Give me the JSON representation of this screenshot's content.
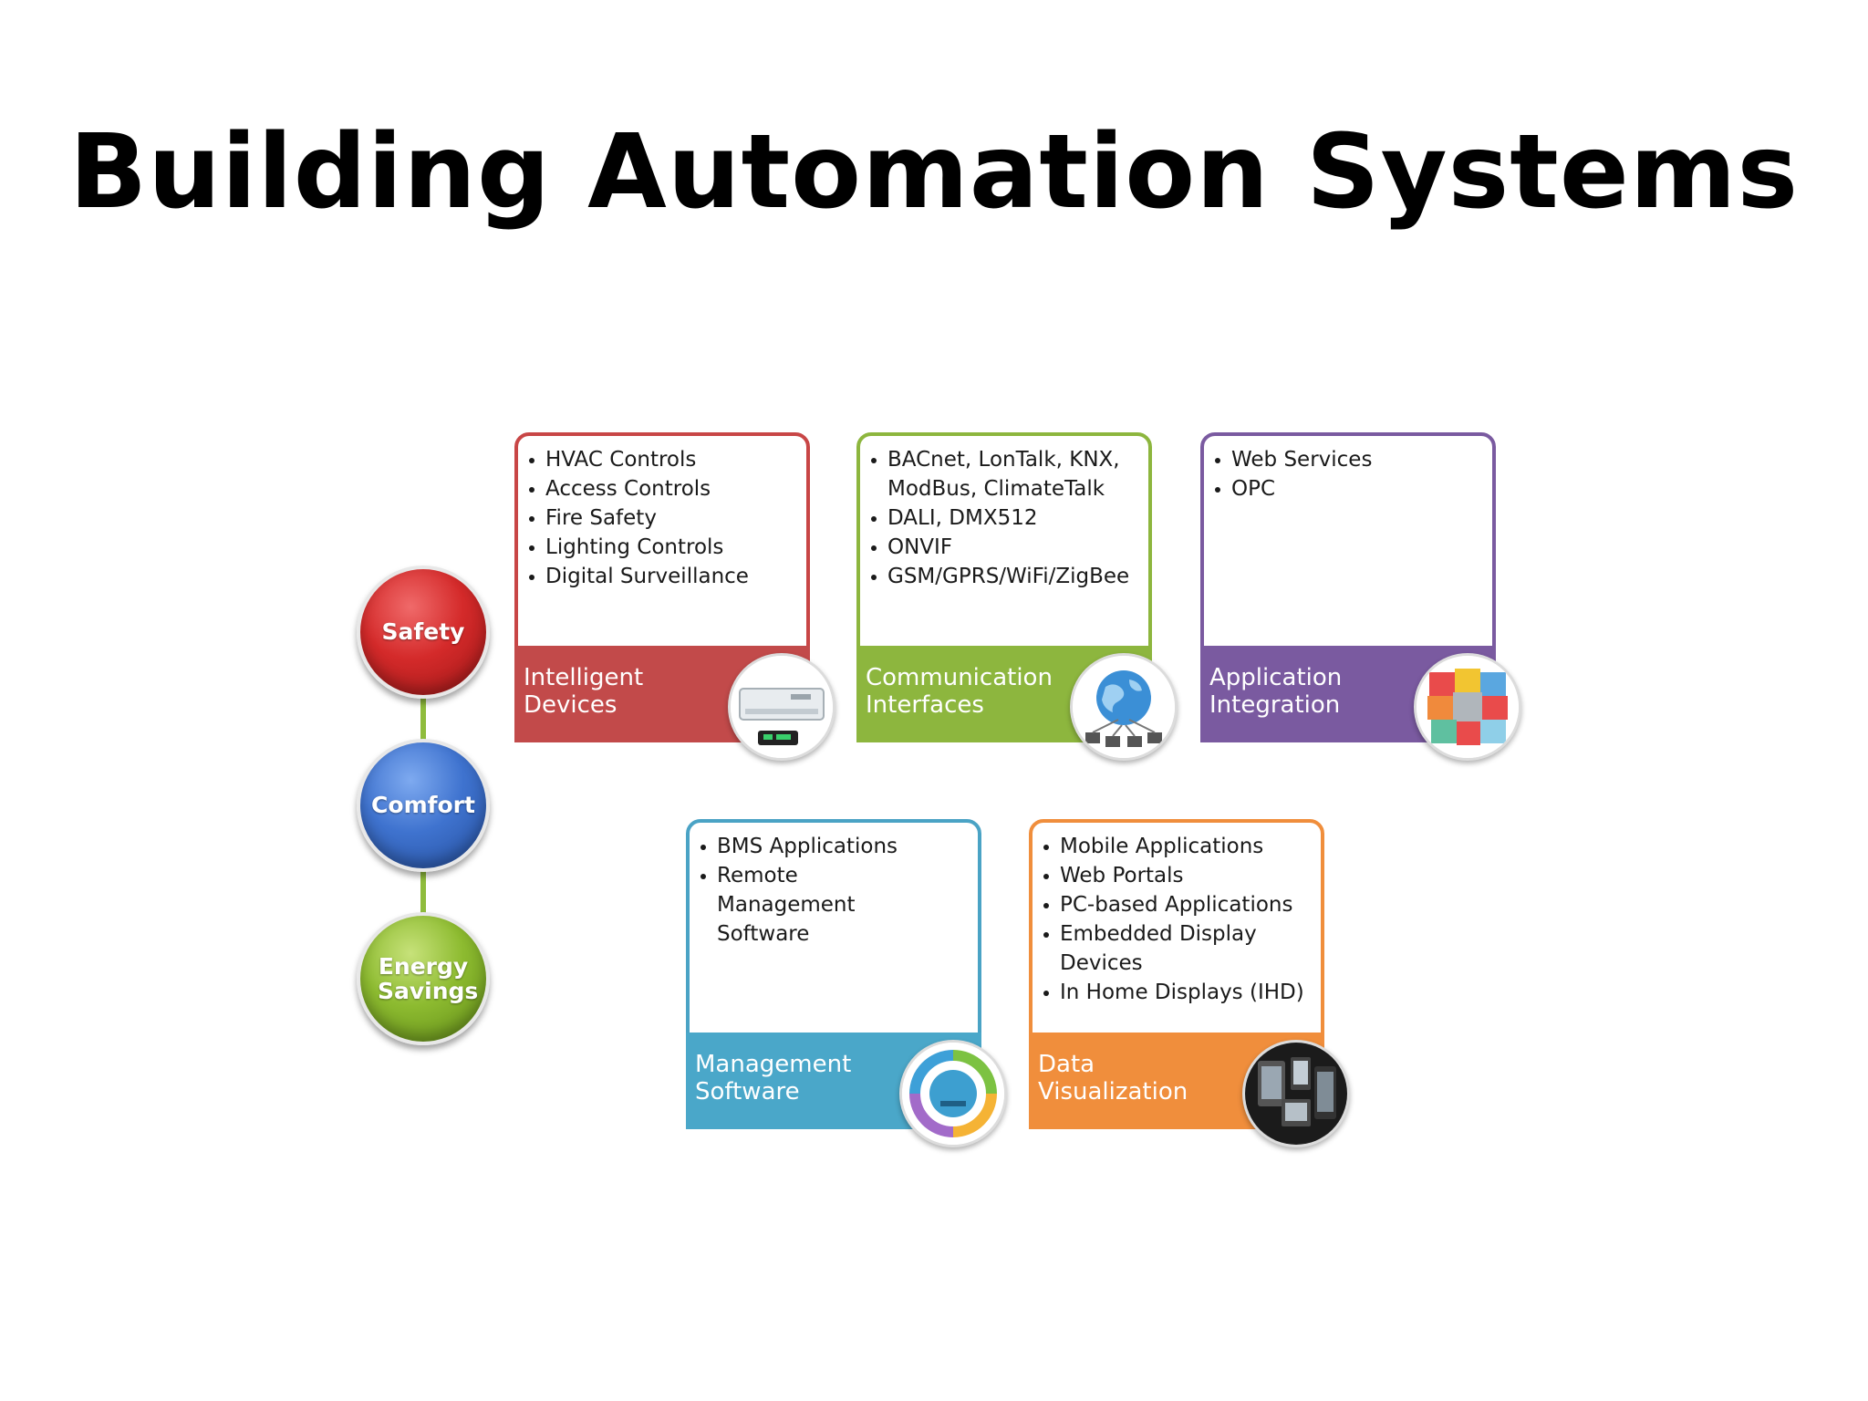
{
  "title": "Building Automation Systems",
  "goals": [
    {
      "label": "Safety",
      "color": "#d42a2a"
    },
    {
      "label": "Comfort",
      "color": "#3f73cf"
    },
    {
      "label": "Energy Savings",
      "color": "#8dbb30"
    }
  ],
  "cards": [
    {
      "key": "intelligent-devices",
      "heading": "Intelligent Devices",
      "items": [
        "HVAC Controls",
        "Access Controls",
        "Fire Safety",
        "Lighting Controls",
        "Digital Surveillance"
      ],
      "color": "#c24a4a",
      "icon": "air-conditioner-icon"
    },
    {
      "key": "communication-interfaces",
      "heading": "Communication Interfaces",
      "items": [
        "BACnet, LonTalk, KNX, ModBus, ClimateTalk",
        "DALI, DMX512",
        "ONVIF",
        "GSM/GPRS/WiFi/ZigBee"
      ],
      "color": "#8db63e",
      "icon": "globe-network-icon"
    },
    {
      "key": "application-integration",
      "heading": "Application Integration",
      "items": [
        "Web Services",
        "OPC"
      ],
      "color": "#7a5aa0",
      "icon": "erp-puzzle-icon"
    },
    {
      "key": "management-software",
      "heading": "Management Software",
      "items": [
        "BMS Applications",
        "Remote Management Software"
      ],
      "color": "#4aa7c9",
      "icon": "cycle-arrows-icon"
    },
    {
      "key": "data-visualization",
      "heading": "Data Visualization",
      "items": [
        "Mobile Applications",
        "Web Portals",
        "PC-based Applications",
        "Embedded Display Devices",
        "In Home Displays (IHD)"
      ],
      "color": "#f08e3c",
      "icon": "display-devices-icon"
    }
  ]
}
